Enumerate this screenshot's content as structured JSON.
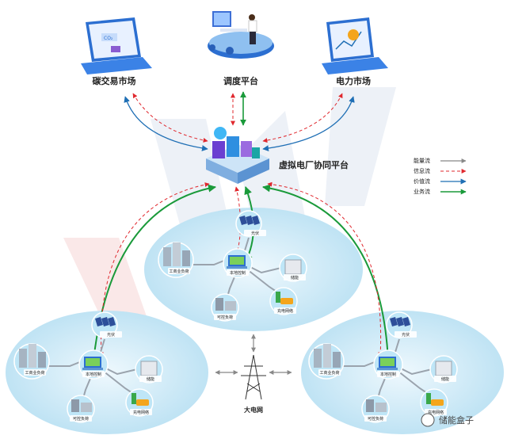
{
  "markets": {
    "carbon": "碳交易市场",
    "dispatch": "调度平台",
    "power": "电力市场"
  },
  "platform": {
    "title": "虚拟电厂协同平台"
  },
  "carbon_screen_text": "CO₂",
  "legend": [
    {
      "label": "能量流",
      "color": "#888888",
      "style": "solid"
    },
    {
      "label": "信息流",
      "color": "#e0282e",
      "style": "dashed"
    },
    {
      "label": "价值流",
      "color": "#1f6fb5",
      "style": "solid"
    },
    {
      "label": "业务流",
      "color": "#1a9a3a",
      "style": "solid"
    }
  ],
  "clusters": {
    "center": {
      "pv": "光伏",
      "industrial": "工商业负荷",
      "control": "本地控制",
      "storage": "储能",
      "controllable": "可控负荷",
      "charging": "充电网络"
    },
    "left": {
      "pv": "光伏",
      "industrial": "工商业负荷",
      "control": "本地控制",
      "storage": "储能",
      "controllable": "可控负荷",
      "charging": "充电网络"
    },
    "right": {
      "pv": "光伏",
      "industrial": "工商业负荷",
      "control": "本地控制",
      "storage": "储能",
      "controllable": "可控负荷",
      "charging": "充电网络"
    }
  },
  "grid": {
    "label": "大电网"
  },
  "watermark": {
    "text": "储能盒子"
  },
  "colors": {
    "info": "#e0282e",
    "value": "#1f6fb5",
    "business": "#1a9a3a",
    "energy": "#888888",
    "ellipse": "#d8eef8",
    "bgLogo": "#dde5f0"
  }
}
